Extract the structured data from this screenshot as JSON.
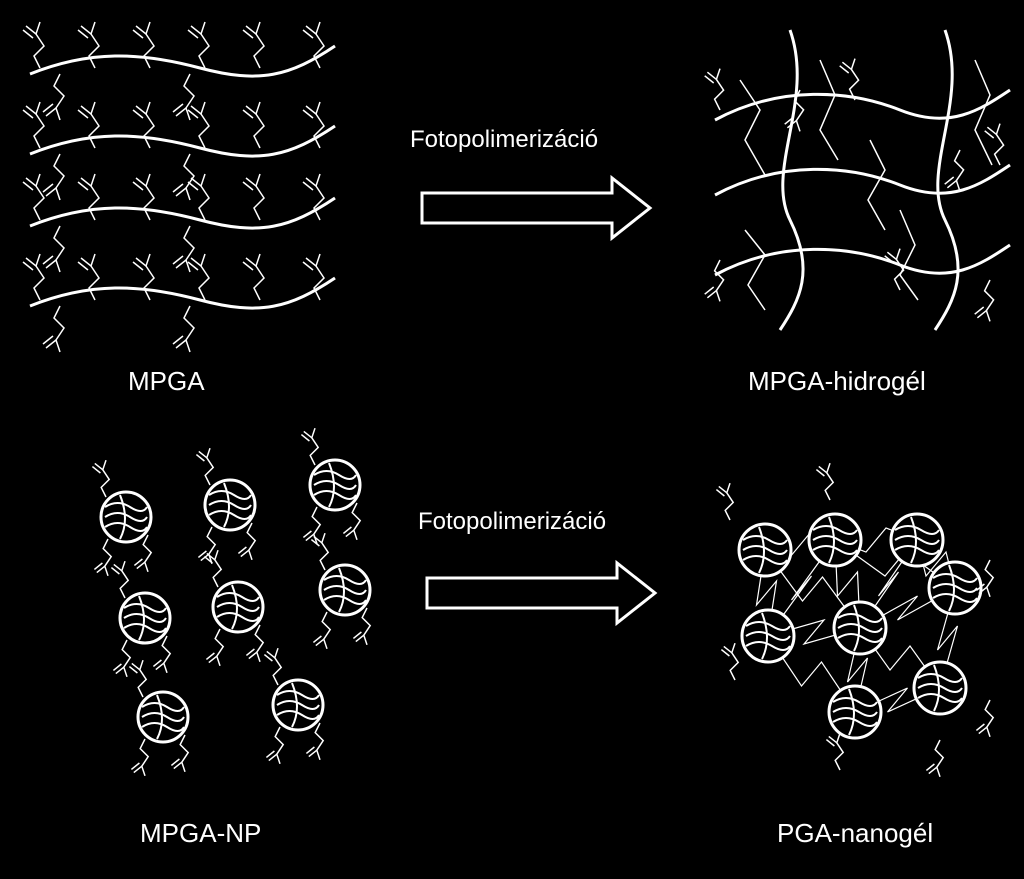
{
  "colors": {
    "background": "#000000",
    "ink": "#ffffff"
  },
  "top_row": {
    "left_label": "MPGA",
    "arrow_label": "Fotopolimerizáció",
    "right_label": "MPGA-hidrogél"
  },
  "bottom_row": {
    "left_label": "MPGA-NP",
    "arrow_label": "Fotopolimerizáció",
    "right_label": "PGA-nanogél"
  }
}
